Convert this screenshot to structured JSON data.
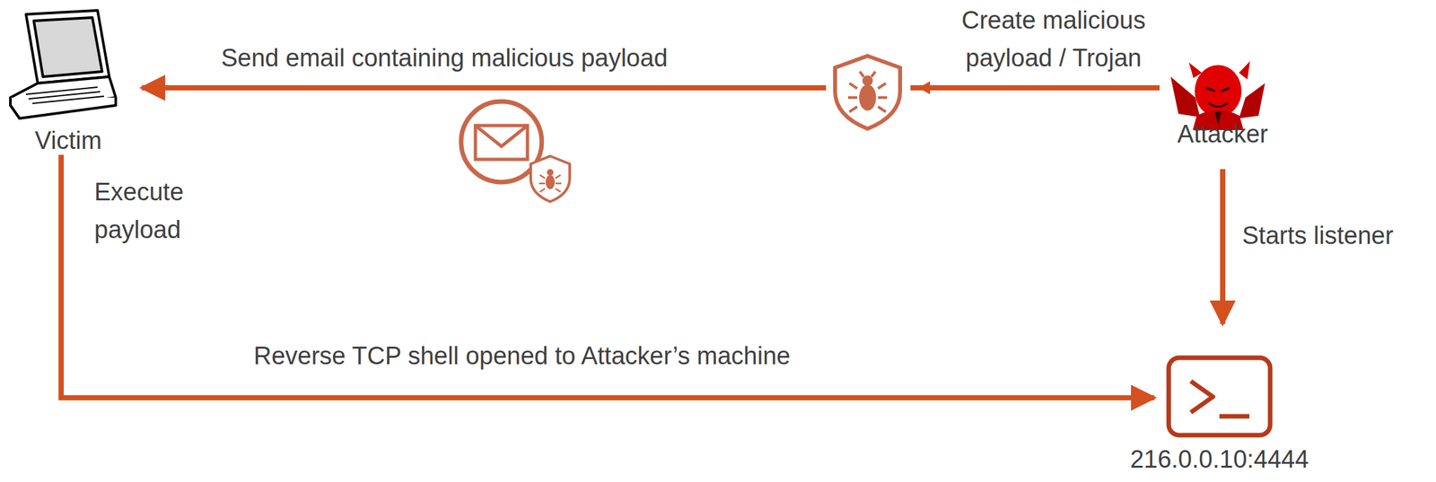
{
  "diagram": {
    "nodes": [
      {
        "text": [
          "Victim"
        ]
      },
      {
        "text": [
          "Attacker"
        ]
      },
      {
        "text": [
          "216.0.0.10:4444"
        ]
      }
    ],
    "edges": [
      {
        "from": 1,
        "to": 0,
        "arrow": "to",
        "label": "Send email containing malicious payload"
      },
      {
        "from": 1,
        "to": 2,
        "arrow": "to",
        "label": "Starts listener"
      },
      {
        "from": 0,
        "to": 2,
        "arrow": "to",
        "label": "Reverse TCP shell opened to Attacker’s machine"
      }
    ],
    "labels": [
      "Create malicious payload / Trojan",
      "Execute payload"
    ]
  }
}
